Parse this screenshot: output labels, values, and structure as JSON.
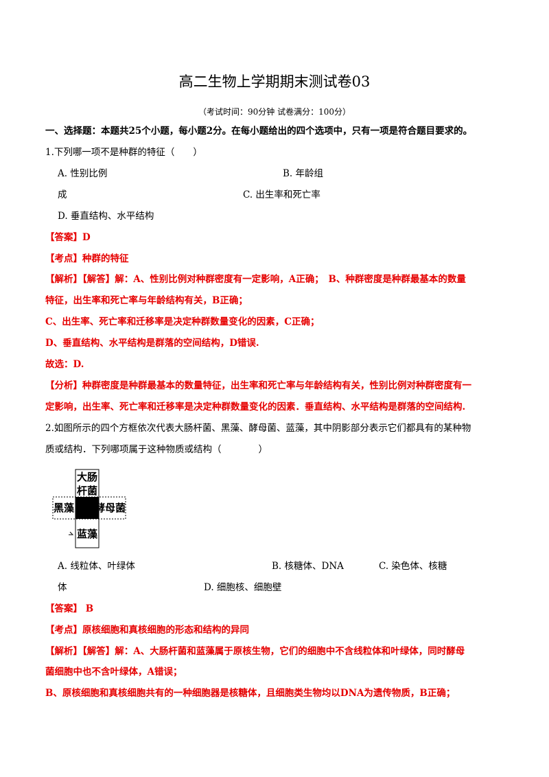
{
  "title": "高二生物上学期期末测试卷03",
  "subtitle": "（考试时间：90分钟   试卷满分：100分）",
  "section_heading": "一、选择题：本题共25个小题，每小题2分。在每小题给出的四个选项中，只有一项是符合题目要求的。",
  "q1": {
    "stem": "1.下列哪一项不是种群的特征（　　）",
    "opt_a": "A. 性别比例",
    "opt_b": "B. 年龄组",
    "opt_b_cont": "成",
    "opt_c": "C. 出生率和死亡率",
    "opt_d": "D. 垂直结构、水平结构",
    "answer": "【答案】D",
    "kaodian": "【考点】种群的特征",
    "jiexi_1": "【解析】【解答】解：A、性别比例对种群密度有一定影响，A正确；　B、种群密度是种群最基本的数量",
    "jiexi_2": "特征，出生率和死亡率与年龄结构有关，B正确；",
    "jiexi_3": "C、出生率、死亡率和迁移率是决定种群数量变化的因素，C正确；",
    "jiexi_4": "D、垂直结构、水平结构是群落的空间结构，D错误.",
    "guxuan": "故选：D.",
    "fenxi_1": "【分析】种群密度是种群最基本的数量特征，出生率和死亡率与年龄结构有关，性别比例对种群密度有一",
    "fenxi_2": "定影响，出生率、死亡率和迁移率是决定种群数量变化的因素．垂直结构、水平结构是群落的空间结构."
  },
  "q2": {
    "stem_1": "2.如图所示的四个方框依次代表大肠杆菌、黑藻、酵母菌、蓝藻，其中阴影部分表示它们都具有的某种物",
    "stem_2": "质或结构．下列哪项属于这种物质或结构（　　　　）",
    "diagram": {
      "top_1": "大肠",
      "top_2": "杆菌",
      "left": "黑藻",
      "right": "酵母菌",
      "bottom": "蓝藻"
    },
    "opt_a": "A. 线粒体、叶绿体",
    "opt_b": "B. 核糖体、DNA",
    "opt_c": "C. 染色体、核糖",
    "opt_c_cont": "体",
    "opt_d": "D. 细胞核、细胞壁",
    "answer": "【答案】 B",
    "kaodian": "【考点】原核细胞和真核细胞的形态和结构的异同",
    "jiexi_1": "【解析】【解答】解：A、大肠杆菌和蓝藻属于原核生物，它们的细胞中不含线粒体和叶绿体，同时酵母",
    "jiexi_2": "菌细胞中也不含叶绿体，A错误；",
    "jiexi_3": "B、原核细胞和真核细胞共有的一种细胞器是核糖体，且细胞类生物均以DNA为遗传物质，B正确；"
  }
}
